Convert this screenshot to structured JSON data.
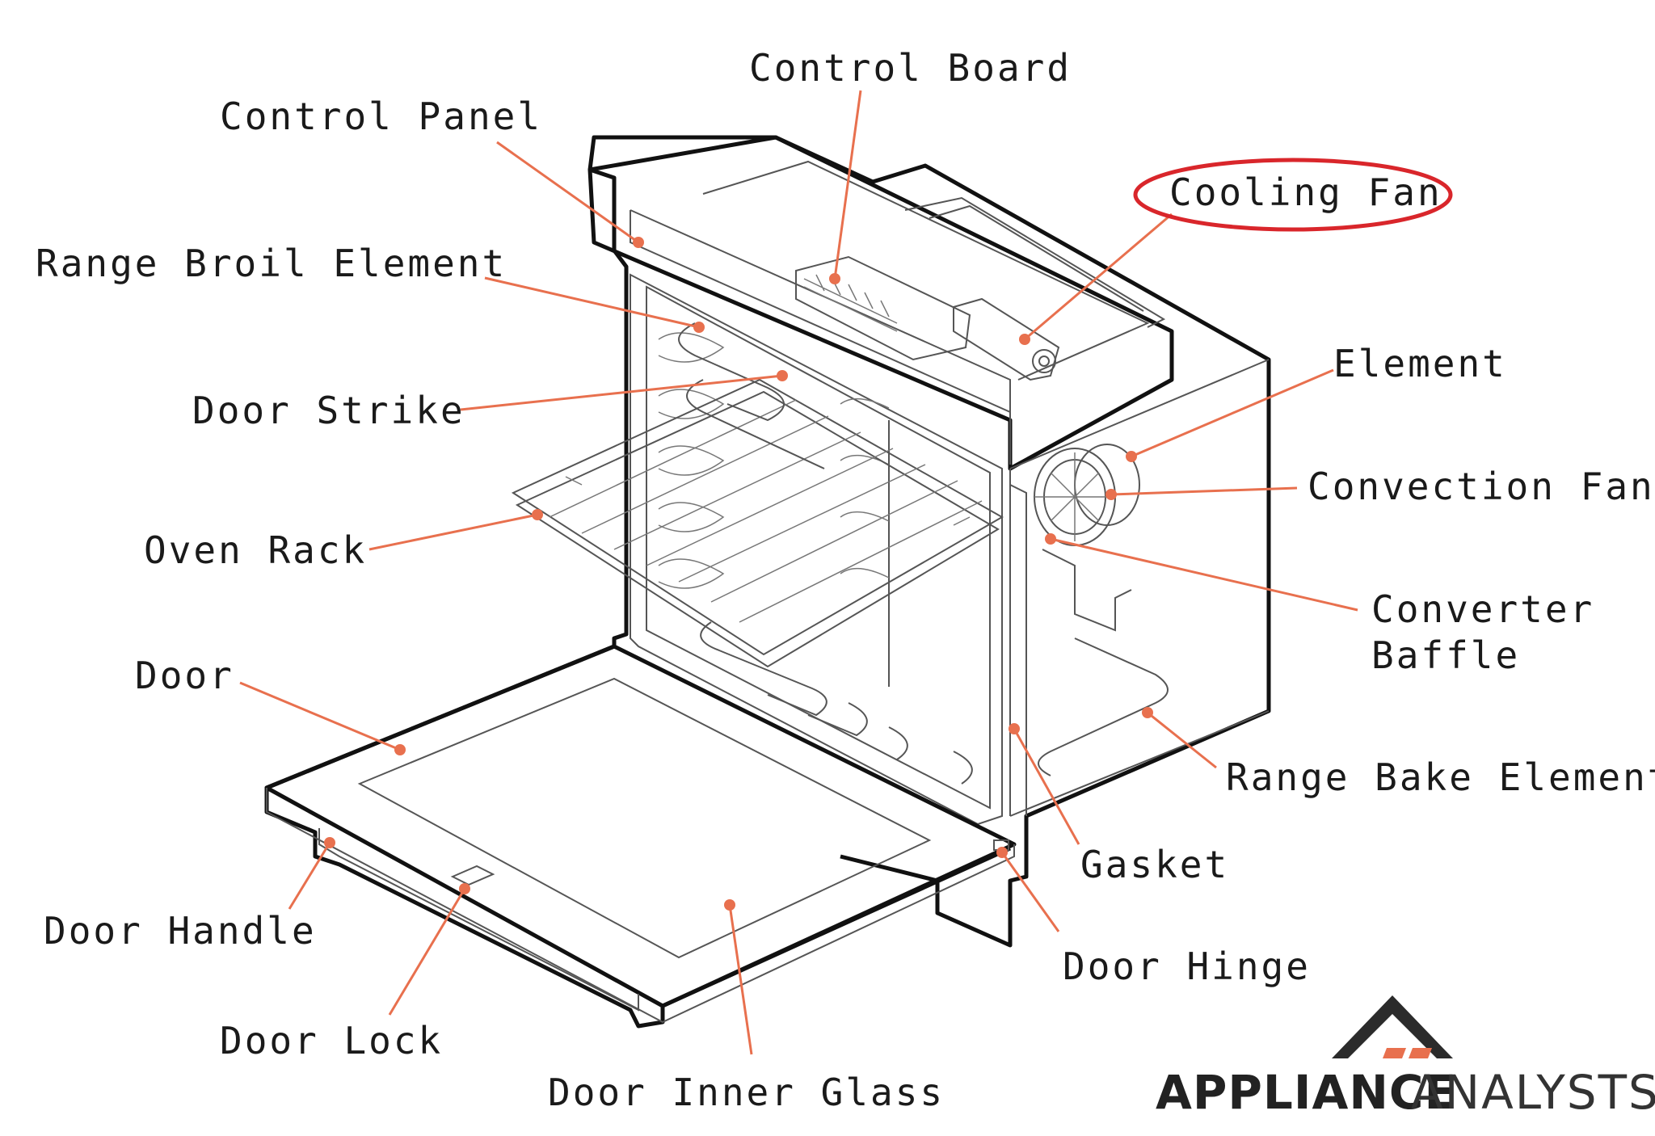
{
  "labels": {
    "control_board": "Control Board",
    "control_panel": "Control Panel",
    "cooling_fan": "Cooling Fan",
    "range_broil_element": "Range Broil Element",
    "element": "Element",
    "door_strike": "Door Strike",
    "convection_fan": "Convection Fan",
    "oven_rack": "Oven Rack",
    "converter_baffle_line1": "Converter",
    "converter_baffle_line2": "Baffle",
    "door": "Door",
    "range_bake_element": "Range Bake Element",
    "gasket": "Gasket",
    "door_handle": "Door Handle",
    "door_hinge": "Door Hinge",
    "door_lock": "Door Lock",
    "door_inner_glass": "Door Inner Glass"
  },
  "highlighted_label": "Cooling Fan",
  "logo": {
    "bold_part": "APPLIANCE",
    "light_part": "ANALYSTS"
  },
  "colors": {
    "leader": "#e8704e",
    "highlight_ring": "#d9262b",
    "outline": "#111111",
    "text": "#1a1a1a"
  }
}
